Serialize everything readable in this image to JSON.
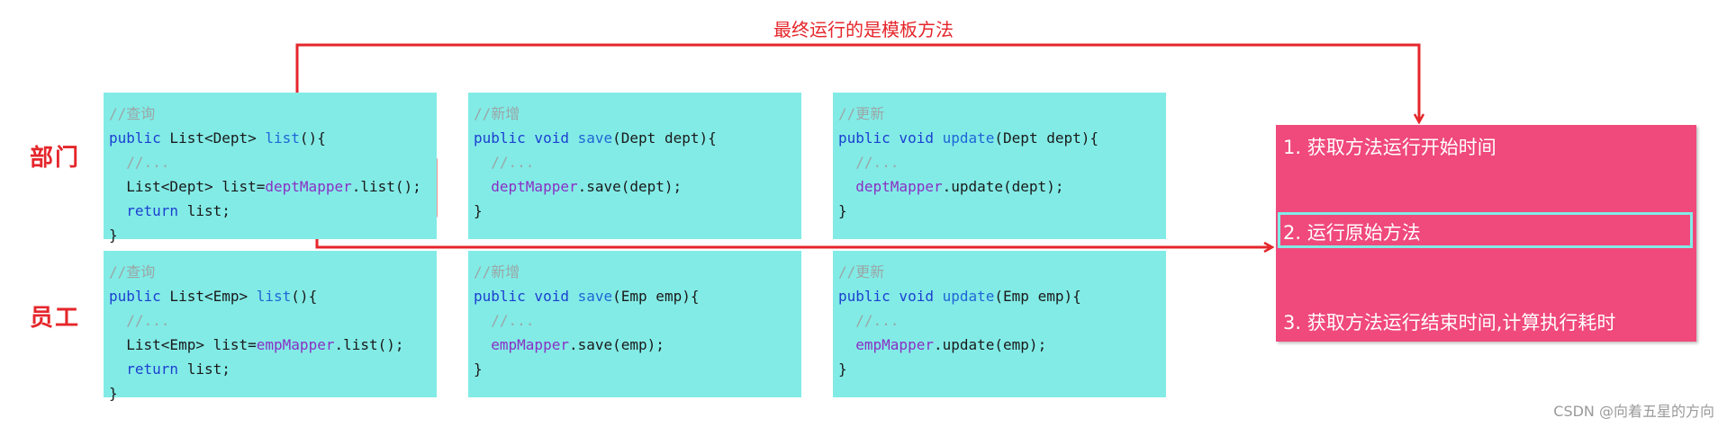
{
  "caption_top": "最终运行的是模板方法",
  "labels": {
    "dept": "部门",
    "emp": "员工"
  },
  "dept": {
    "query": [
      "//查询",
      "public List<Dept> list(){",
      "  //...",
      "  List<Dept> list=deptMapper.list();",
      "  return list;",
      "}"
    ],
    "add": [
      "//新增",
      "public void save(Dept dept){",
      "  //...",
      "  deptMapper.save(dept);",
      "}"
    ],
    "update": [
      "//更新",
      "public void update(Dept dept){",
      "  //...",
      "  deptMapper.update(dept);",
      "}"
    ]
  },
  "emp": {
    "query": [
      "//查询",
      "public List<Emp> list(){",
      "  //...",
      "  List<Emp> list=empMapper.list();",
      "  return list;",
      "}"
    ],
    "add": [
      "//新增",
      "public void save(Emp emp){",
      "  //...",
      "  empMapper.save(emp);",
      "}"
    ],
    "update": [
      "//更新",
      "public void update(Emp emp){",
      "  //...",
      "  empMapper.update(emp);",
      "}"
    ]
  },
  "template": {
    "step1": "1. 获取方法运行开始时间",
    "step2": "2. 运行原始方法",
    "step3": "3. 获取方法运行结束时间,计算执行耗时"
  },
  "watermark": "CSDN @向着五星的方向",
  "colors": {
    "arrow": "#e5262b",
    "code_bg": "#82ebe6",
    "template_bg": "#f0497c"
  }
}
